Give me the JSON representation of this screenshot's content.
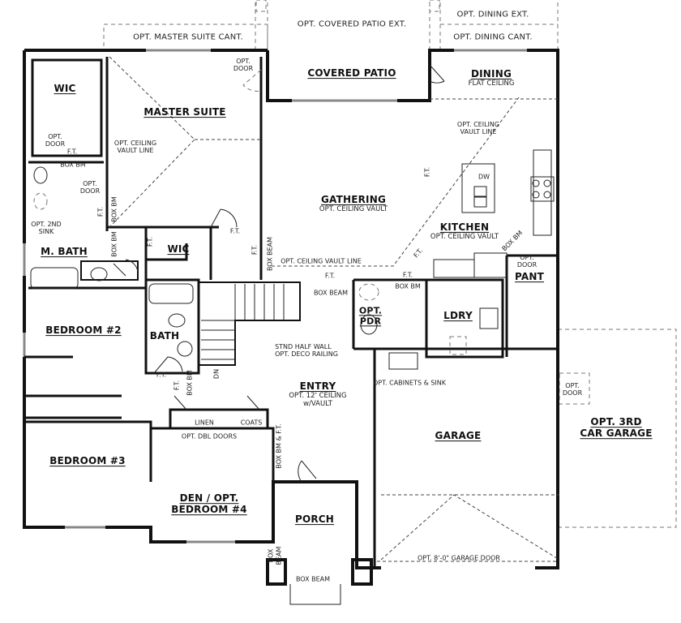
{
  "optional_extensions": {
    "master_suite_cant": "OPT. MASTER SUITE CANT.",
    "covered_patio_ext": "OPT. COVERED PATIO EXT.",
    "dining_ext": "OPT. DINING EXT.",
    "dining_cant": "OPT. DINING CANT.",
    "third_car_garage": "OPT. 3RD CAR GARAGE"
  },
  "rooms": {
    "wic_master": "WIC",
    "master_suite": "MASTER SUITE",
    "covered_patio": "COVERED PATIO",
    "dining": {
      "name": "DINING",
      "sub": "FLAT CEILING"
    },
    "gathering": {
      "name": "GATHERING",
      "sub": "OPT. CEILING VAULT"
    },
    "kitchen": {
      "name": "KITCHEN",
      "sub": "OPT. CEILING VAULT"
    },
    "pantry": "PANT",
    "m_bath": "M. BATH",
    "wic_2": "WIC",
    "opt_pdr": "OPT. PDR",
    "laundry": "LDRY",
    "bedroom_2": "BEDROOM #2",
    "bath": "BATH",
    "entry": {
      "name": "ENTRY",
      "sub1": "OPT. 12' CEILING",
      "sub2": "w/VAULT"
    },
    "garage": "GARAGE",
    "bedroom_3": "BEDROOM #3",
    "den": {
      "line1": "DEN / OPT.",
      "line2": "BEDROOM #4"
    },
    "porch": "PORCH",
    "third_car_garage": {
      "line1": "OPT. 3RD",
      "line2": "CAR GARAGE"
    }
  },
  "notes": {
    "opt_door": "OPT.\nDOOR",
    "opt_door_line1": "OPT.",
    "opt_door_line2": "DOOR",
    "ceiling_vault_line_1": "OPT. CEILING",
    "ceiling_vault_line_2": "VAULT LINE",
    "ft": "F.T.",
    "box_bm": "BOX BM",
    "box_beam": "BOX BEAM",
    "opt_2nd_sink_1": "OPT. 2ND",
    "opt_2nd_sink_2": "SINK",
    "opt_ceiling_vault_line": "OPT. CEILING VAULT LINE",
    "dw": "DW",
    "stnd_half_wall": "STND HALF WALL",
    "opt_deco_railing": "OPT. DECO RAILING",
    "dn": "DN",
    "opt_cabinets_sink": "OPT. CABINETS & SINK",
    "linen": "LINEN",
    "coats": "COATS",
    "opt_dbl_doors": "OPT. DBL DOORS",
    "box_bm_ft": "BOX BM & F.T.",
    "box": "BOX",
    "beam": "BEAM",
    "garage_door": "OPT. 8'-0\" GARAGE DOOR"
  }
}
